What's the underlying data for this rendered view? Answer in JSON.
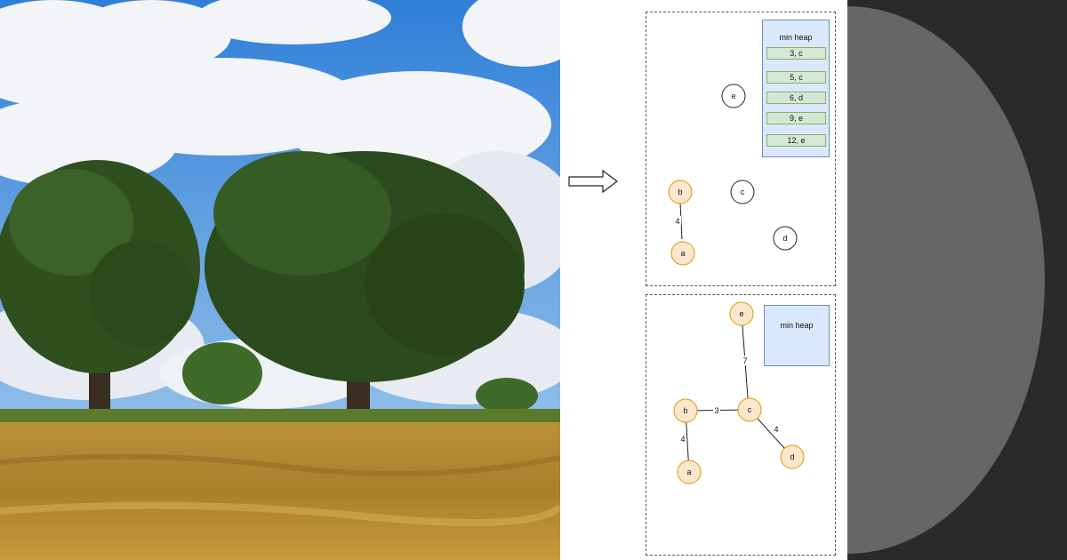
{
  "arrow_icon": "right-arrow-icon",
  "colors": {
    "visited_node": "#ffe6cc",
    "visited_border": "#d79b00",
    "heap_fill": "#dae8fc",
    "heap_item_fill": "#d5e8d4",
    "dark_panel": "#2a2a2a",
    "grey_disc": "#666666"
  },
  "panels": {
    "top": {
      "heap": {
        "title": "min heap",
        "items": [
          "3, c",
          "5, c",
          "6, d",
          "9, e",
          "12, e"
        ]
      },
      "nodes": [
        {
          "label": "e",
          "visited": false
        },
        {
          "label": "b",
          "visited": true
        },
        {
          "label": "c",
          "visited": false
        },
        {
          "label": "d",
          "visited": false
        },
        {
          "label": "a",
          "visited": true
        }
      ],
      "edges": [
        {
          "from": "b",
          "to": "a",
          "weight": "4"
        }
      ]
    },
    "bottom": {
      "heap": {
        "title": "min heap",
        "items": []
      },
      "nodes": [
        {
          "label": "e",
          "visited": true
        },
        {
          "label": "b",
          "visited": true
        },
        {
          "label": "c",
          "visited": true
        },
        {
          "label": "d",
          "visited": true
        },
        {
          "label": "a",
          "visited": true
        }
      ],
      "edges": [
        {
          "from": "e",
          "to": "c",
          "weight": "7"
        },
        {
          "from": "b",
          "to": "c",
          "weight": "3"
        },
        {
          "from": "c",
          "to": "d",
          "weight": "4"
        },
        {
          "from": "b",
          "to": "a",
          "weight": "4"
        }
      ]
    }
  }
}
